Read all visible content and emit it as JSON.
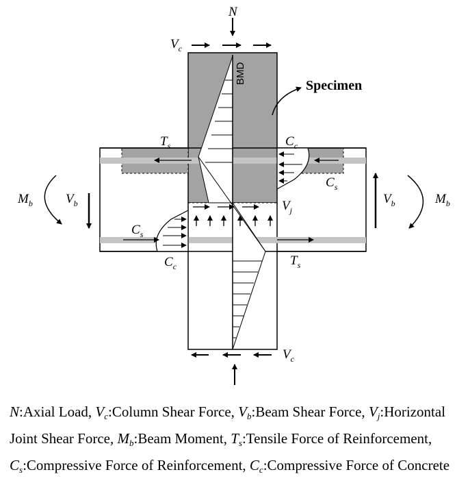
{
  "diagram": {
    "specimen_label": "Specimen",
    "bmd_label": "BMD",
    "labels": {
      "N": "N",
      "V": "V",
      "M": "M",
      "T": "T",
      "C": "C",
      "sub_c": "c",
      "sub_b": "b",
      "sub_s": "s",
      "sub_j": "j"
    },
    "colors": {
      "column_fill": "#a3a3a3",
      "bar": "#c4c4c4"
    }
  },
  "legend": {
    "n_sym": "N",
    "n_text": ":Axial Load,",
    "vc_sym": "V",
    "vc_sub": "c",
    "vc_text": ":Column Shear Force,",
    "vb_sym": "V",
    "vb_sub": "b",
    "vb_text": ":Beam Shear Force,",
    "vj_sym": "V",
    "vj_sub": "j",
    "vj_text": ":Horizontal Joint Shear Force,",
    "mb_sym": "M",
    "mb_sub": "b",
    "mb_text": ":Beam Moment,",
    "ts_sym": "T",
    "ts_sub": "s",
    "ts_text": ":Tensile Force of Reinforcement,",
    "cs_sym": "C",
    "cs_sub": "s",
    "cs_text": ":Compressive Force of Reinforcement,",
    "cc_sym": "C",
    "cc_sub": "c",
    "cc_text": ":Compressive Force of Concrete"
  }
}
